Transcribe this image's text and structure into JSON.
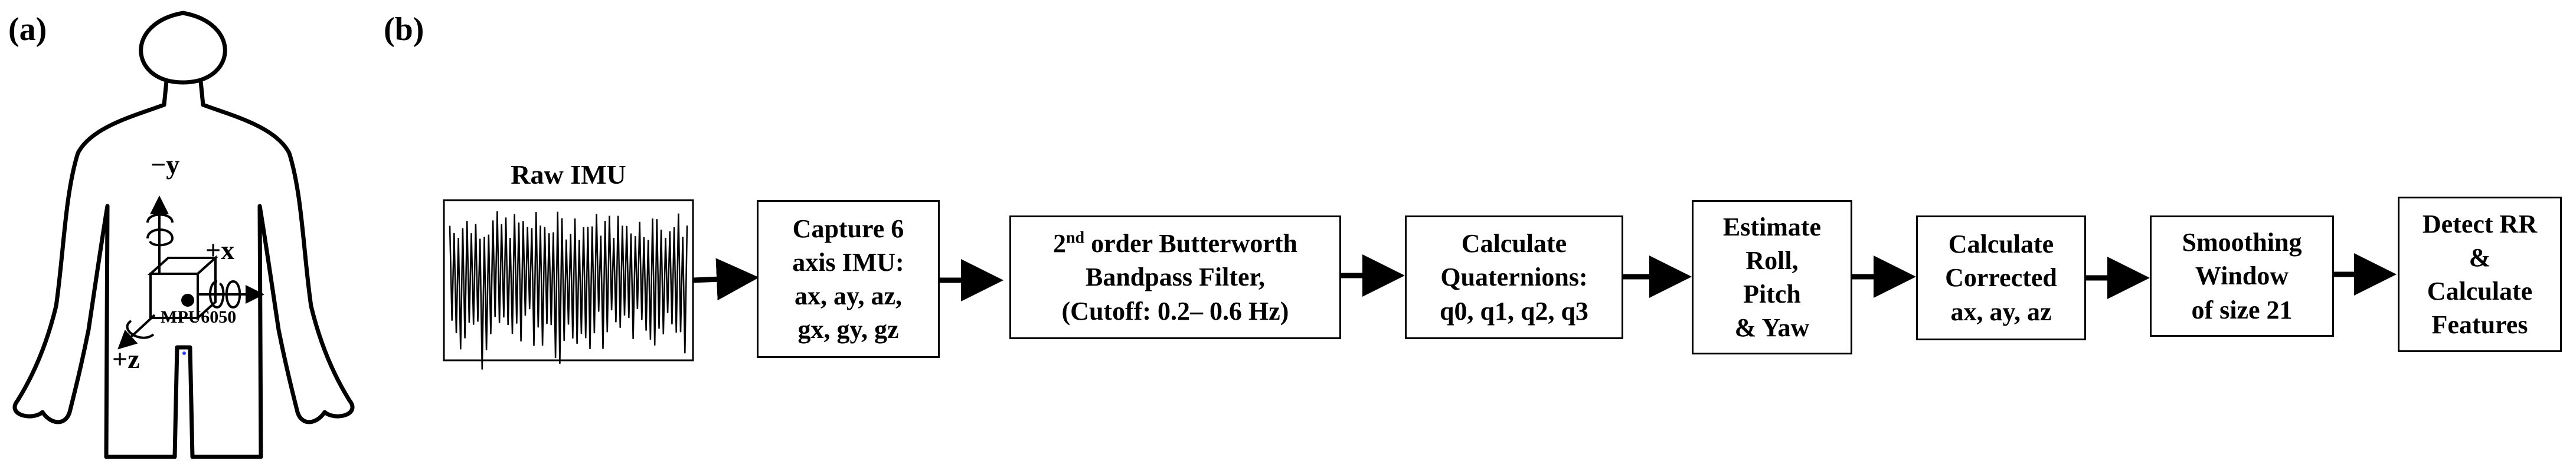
{
  "panels": {
    "a": "(a)",
    "b": "(b)"
  },
  "body_figure": {
    "axes": {
      "neg_y": "−y",
      "pos_x": "+x",
      "pos_z": "+z"
    },
    "sensor_label": "MPU6050"
  },
  "flow": {
    "raw_title": "Raw IMU",
    "steps": [
      {
        "lines": [
          "Capture 6",
          "axis IMU:",
          "ax, ay, az,",
          "gx, gy, gz"
        ]
      },
      {
        "line1_pre": "2",
        "line1_sup": "nd",
        "line1_post": " order Butterworth",
        "line2": "Bandpass Filter,",
        "line3": "(Cutoff: 0.2– 0.6 Hz)"
      },
      {
        "lines": [
          "Calculate",
          "Quaternions:",
          "q0, q1, q2, q3"
        ]
      },
      {
        "lines": [
          "Estimate",
          "Roll,",
          "Pitch",
          "& Yaw"
        ]
      },
      {
        "lines": [
          "Calculate",
          "Corrected",
          "ax, ay, az"
        ]
      },
      {
        "lines": [
          "Smoothing",
          "Window",
          "of size 21"
        ]
      },
      {
        "lines": [
          "Detect RR",
          "&",
          "Calculate",
          "Features"
        ]
      }
    ]
  },
  "colors": {
    "stroke": "#000000",
    "background": "#ffffff",
    "dot": "#3344ff"
  }
}
